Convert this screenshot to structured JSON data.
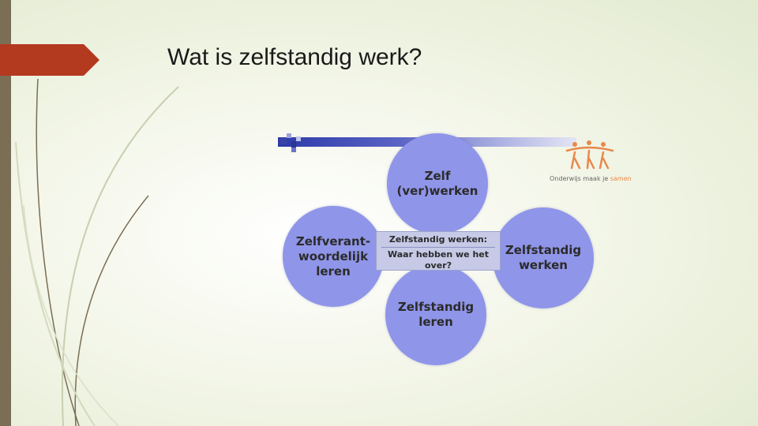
{
  "slide": {
    "title": "Wat is zelfstandig werk?"
  },
  "diagram": {
    "top": "Zelf\n(ver)werken",
    "left": "Zelfverant-\nwoordelijk\nleren",
    "right": "Zelfstandig\nwerken",
    "bottom": "Zelfstandig\nleren",
    "center": {
      "heading": "Zelfstandig werken:",
      "question": "Waar hebben we het over?"
    },
    "logo": {
      "text_main": "Onderwijs maak je",
      "text_accent": "samen"
    }
  },
  "colors": {
    "circle_fill": "#8f95e8",
    "center_box": "#c6cae6",
    "title_arrow": "#b3391f",
    "left_bar": "#7a6e55",
    "logo_orange": "#e8894a"
  },
  "icons": [
    "title-arrow-shape",
    "logo-people-icon",
    "decorative-curves"
  ]
}
